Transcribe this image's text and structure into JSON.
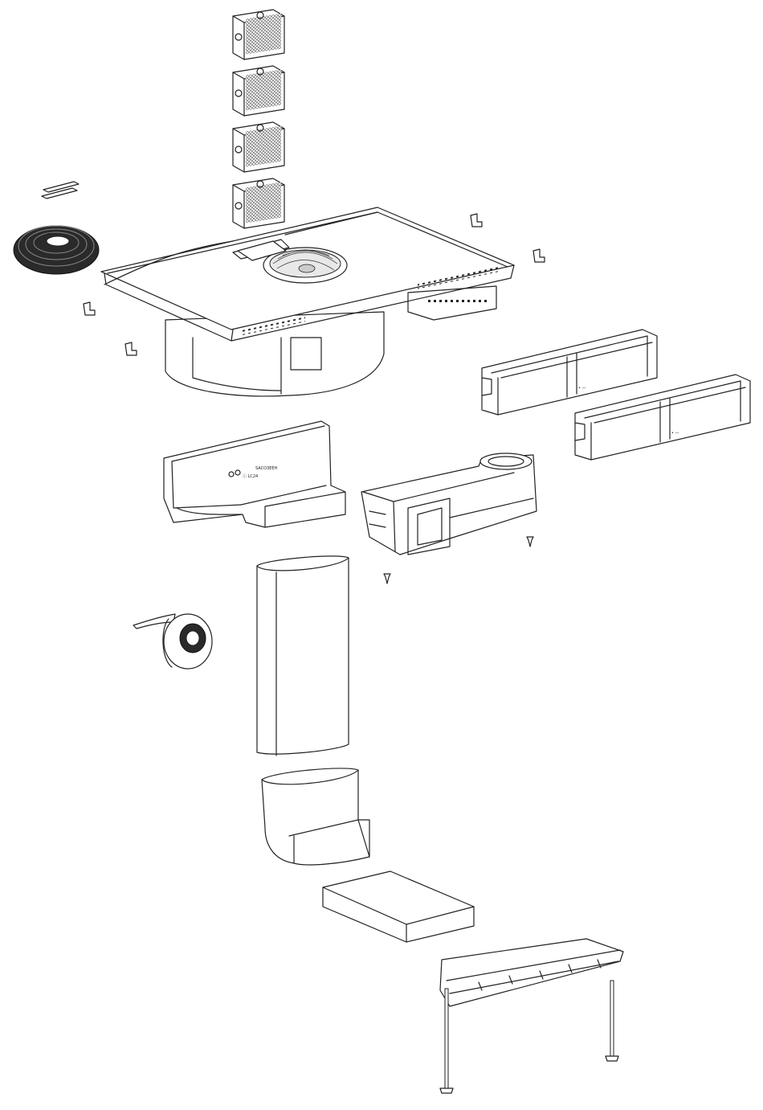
{
  "diagram": {
    "type": "exploded-view",
    "parts": [
      {
        "id": "carbon-filter",
        "qty": 4
      },
      {
        "id": "clip-strips",
        "qty": 1
      },
      {
        "id": "seal-tape-coil",
        "qty": 1
      },
      {
        "id": "mounting-bracket",
        "qty": 4
      },
      {
        "id": "cooktop-hob-with-downdraft",
        "qty": 1
      },
      {
        "id": "duct-extension-frame",
        "qty": 2
      },
      {
        "id": "motor-housing",
        "qty": 1
      },
      {
        "id": "transition-duct",
        "qty": 1
      },
      {
        "id": "screw",
        "qty": 2
      },
      {
        "id": "vertical-duct",
        "qty": 1
      },
      {
        "id": "adhesive-tape-roll",
        "qty": 1
      },
      {
        "id": "elbow-duct",
        "qty": 1
      },
      {
        "id": "flat-duct",
        "qty": 1
      },
      {
        "id": "plinth-outlet",
        "qty": 1
      },
      {
        "id": "support-rod",
        "qty": 2
      }
    ]
  },
  "colors": {
    "line": "#222222",
    "fill": "#ffffff",
    "dark": "#2a2a2a"
  }
}
